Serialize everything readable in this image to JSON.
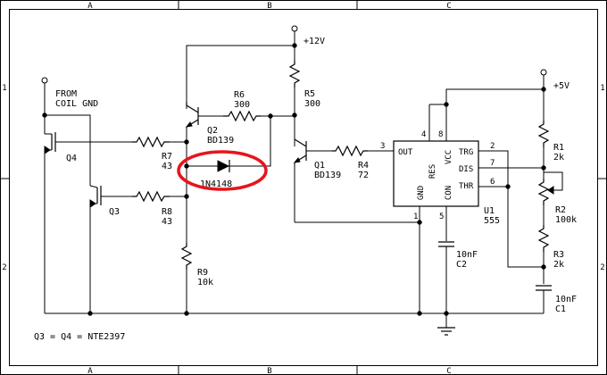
{
  "zones": {
    "top": [
      "A",
      "B",
      "C"
    ],
    "bottom": [
      "A",
      "B",
      "C"
    ],
    "left": [
      "1",
      "2"
    ],
    "right": [
      "1",
      "2"
    ]
  },
  "supplies": {
    "v12": "+12V",
    "v5": "+5V"
  },
  "input": {
    "line1": "FROM",
    "line2": "COIL GND"
  },
  "components": {
    "q4": "Q4",
    "q3": "Q3",
    "q2_ref": "Q2",
    "q2_val": "BD139",
    "q1_ref": "Q1",
    "q1_val": "BD139",
    "r6_ref": "R6",
    "r6_val": "300",
    "r5_ref": "R5",
    "r5_val": "300",
    "r7_ref": "R7",
    "r7_val": "43",
    "r8_ref": "R8",
    "r8_val": "43",
    "r9_ref": "R9",
    "r9_val": "10k",
    "r4_ref": "R4",
    "r4_val": "72",
    "d1_val": "1N4148",
    "u1_ref": "U1",
    "u1_val": "555",
    "c2_val": "10nF",
    "c2_ref": "C2",
    "r1_ref": "R1",
    "r1_val": "2k",
    "r2_ref": "R2",
    "r2_val": "100k",
    "r3_ref": "R3",
    "r3_val": "2k",
    "c1_val": "10nF",
    "c1_ref": "C1"
  },
  "ic_pins": {
    "out": "OUT",
    "res": "RES",
    "vcc": "VCC",
    "trg": "TRG",
    "dis": "DIS",
    "thr": "THR",
    "gnd": "GND",
    "con": "CON",
    "n3": "3",
    "n4": "4",
    "n8": "8",
    "n2": "2",
    "n7": "7",
    "n6": "6",
    "n1": "1",
    "n5": "5"
  },
  "note": "Q3 = Q4 = NTE2397",
  "highlight_color": "#e8141b"
}
